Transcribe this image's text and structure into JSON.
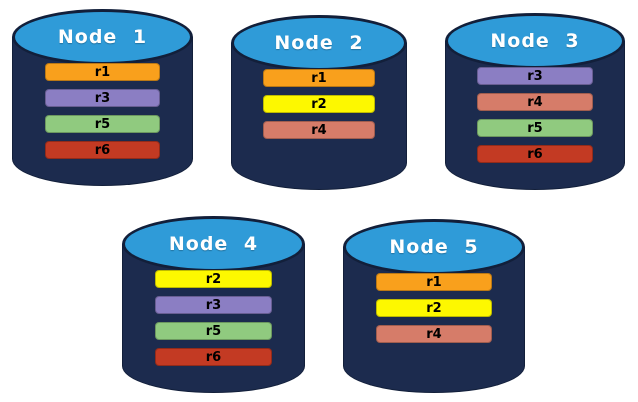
{
  "diagram": {
    "description": "Database nodes with replica placement",
    "colors": {
      "cylinder_body": "#1c2b4e",
      "cylinder_top": "#2f9bd8",
      "cylinder_outline": "#121f3a",
      "node_label_text": "#ffffff",
      "replica_label_text": "#000000",
      "replicas": {
        "r1": "#f9a01c",
        "r2": "#fdf800",
        "r3": "#8b7ec3",
        "r4": "#d67c69",
        "r5": "#90ca7f",
        "r6": "#c33a23"
      }
    },
    "nodes": [
      {
        "label": "Node 1",
        "replicas": [
          "r1",
          "r3",
          "r5",
          "r6"
        ]
      },
      {
        "label": "Node 2",
        "replicas": [
          "r1",
          "r2",
          "r4"
        ]
      },
      {
        "label": "Node 3",
        "replicas": [
          "r3",
          "r4",
          "r5",
          "r6"
        ]
      },
      {
        "label": "Node 4",
        "replicas": [
          "r2",
          "r3",
          "r5",
          "r6"
        ]
      },
      {
        "label": "Node 5",
        "replicas": [
          "r1",
          "r2",
          "r4"
        ]
      }
    ]
  }
}
